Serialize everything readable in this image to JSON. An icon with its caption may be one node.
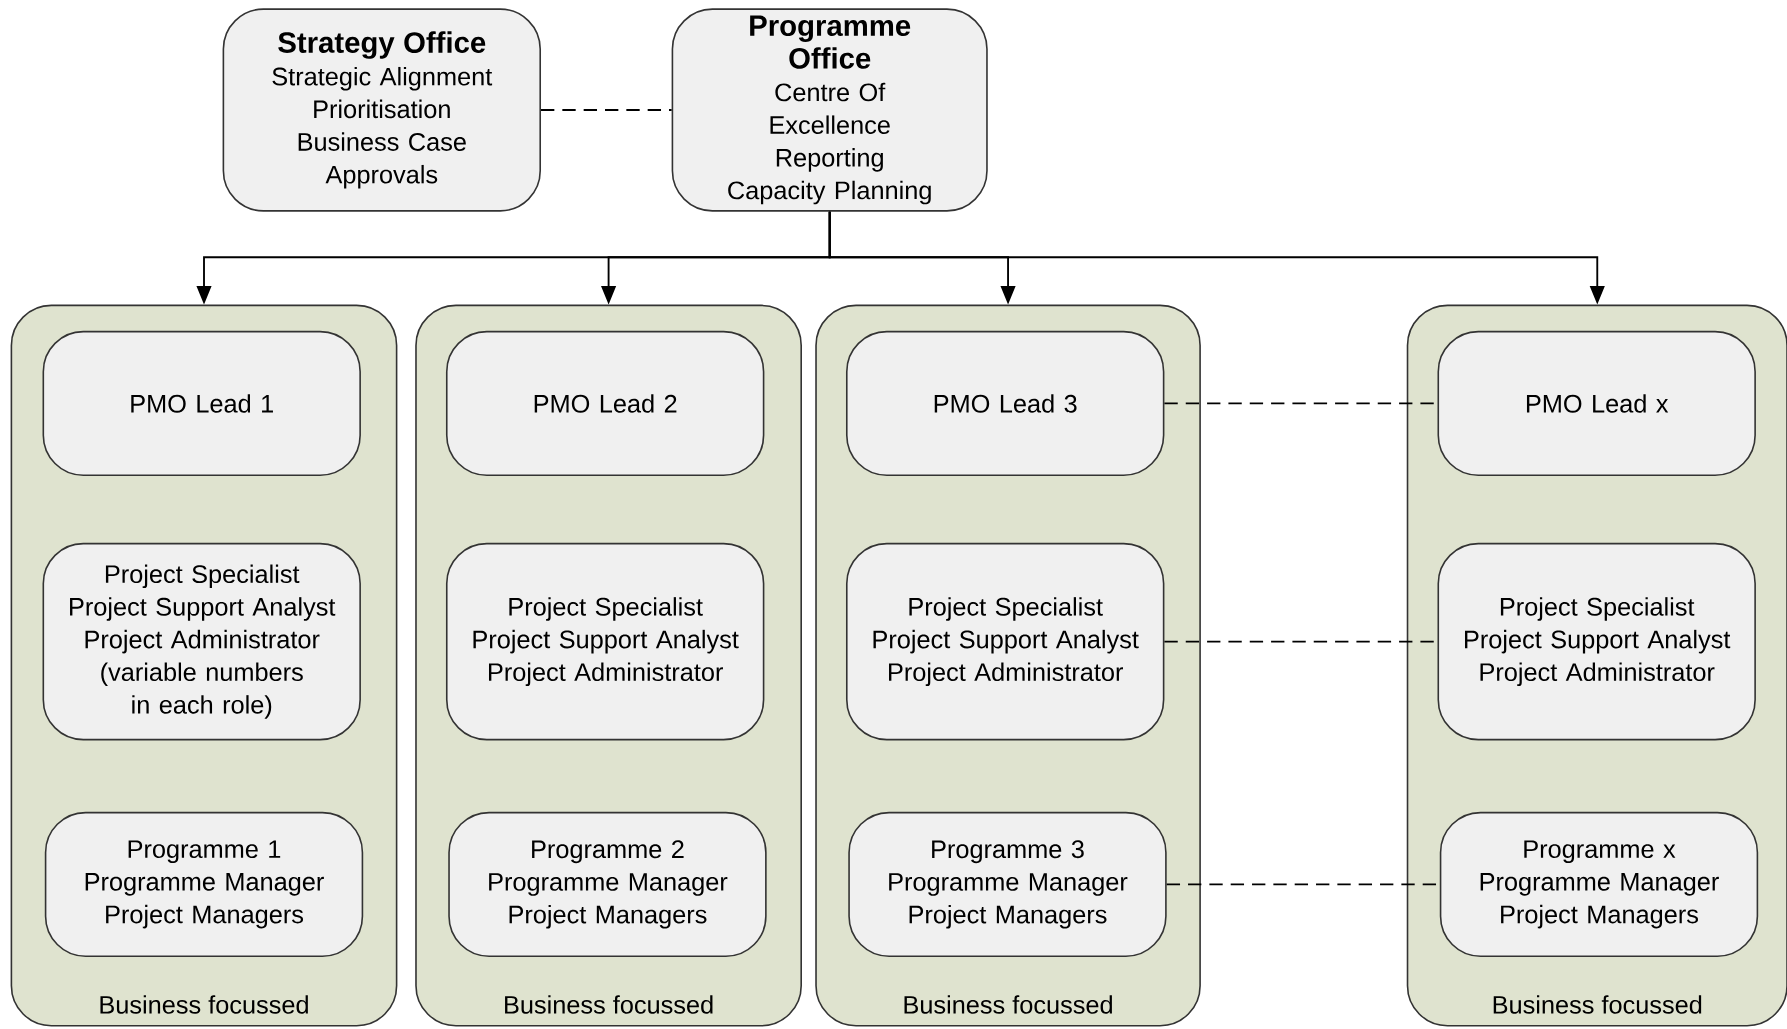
{
  "diagram": {
    "nodes": [
      {
        "text": [
          "Strategy Office",
          "Strategic Alignment",
          "Prioritisation",
          "Business Case",
          "Approvals"
        ]
      },
      {
        "text": [
          "Programme Office",
          "Centre Of Excellence",
          "Reporting",
          "Capacity Planning"
        ]
      },
      {
        "text": [
          "Business focussed"
        ]
      },
      {
        "text": [
          "PMO Lead 1"
        ],
        "in": 2
      },
      {
        "text": [
          "Project Specialist",
          "Project Support Analyst",
          "Project Administrator",
          "(variable numbers in each role)"
        ],
        "in": 2
      },
      {
        "text": [
          "Programme 1",
          "Programme Manager",
          "Project Managers"
        ],
        "in": 2
      },
      {
        "text": [
          "Business focussed"
        ]
      },
      {
        "text": [
          "PMO Lead 2"
        ],
        "in": 6
      },
      {
        "text": [
          "Project Specialist",
          "Project Support Analyst",
          "Project Administrator"
        ],
        "in": 6
      },
      {
        "text": [
          "Programme 2",
          "Programme Manager",
          "Project Managers"
        ],
        "in": 6
      },
      {
        "text": [
          "Business focussed"
        ]
      },
      {
        "text": [
          "PMO Lead 3"
        ],
        "in": 10
      },
      {
        "text": [
          "Project Specialist",
          "Project Support Analyst",
          "Project Administrator"
        ],
        "in": 10
      },
      {
        "text": [
          "Programme 3",
          "Programme Manager",
          "Project Managers"
        ],
        "in": 10
      },
      {
        "text": [
          "Business focussed"
        ]
      },
      {
        "text": [
          "PMO Lead x"
        ],
        "in": 14
      },
      {
        "text": [
          "Project Specialist",
          "Project Support Analyst",
          "Project Administrator"
        ],
        "in": 14
      },
      {
        "text": [
          "Programme x",
          "Programme Manager",
          "Project Managers"
        ],
        "in": 14
      }
    ],
    "edges": [
      {
        "from": 0,
        "to": 1,
        "arrow": "none",
        "style": "dashed"
      },
      {
        "from": 1,
        "to": 2,
        "arrow": "to"
      },
      {
        "from": 1,
        "to": 6,
        "arrow": "to"
      },
      {
        "from": 1,
        "to": 10,
        "arrow": "to"
      },
      {
        "from": 1,
        "to": 14,
        "arrow": "to"
      },
      {
        "from": 11,
        "to": 15,
        "arrow": "none",
        "style": "dashed"
      },
      {
        "from": 12,
        "to": 16,
        "arrow": "none",
        "style": "dashed"
      },
      {
        "from": 13,
        "to": 17,
        "arrow": "none",
        "style": "dashed"
      }
    ]
  }
}
